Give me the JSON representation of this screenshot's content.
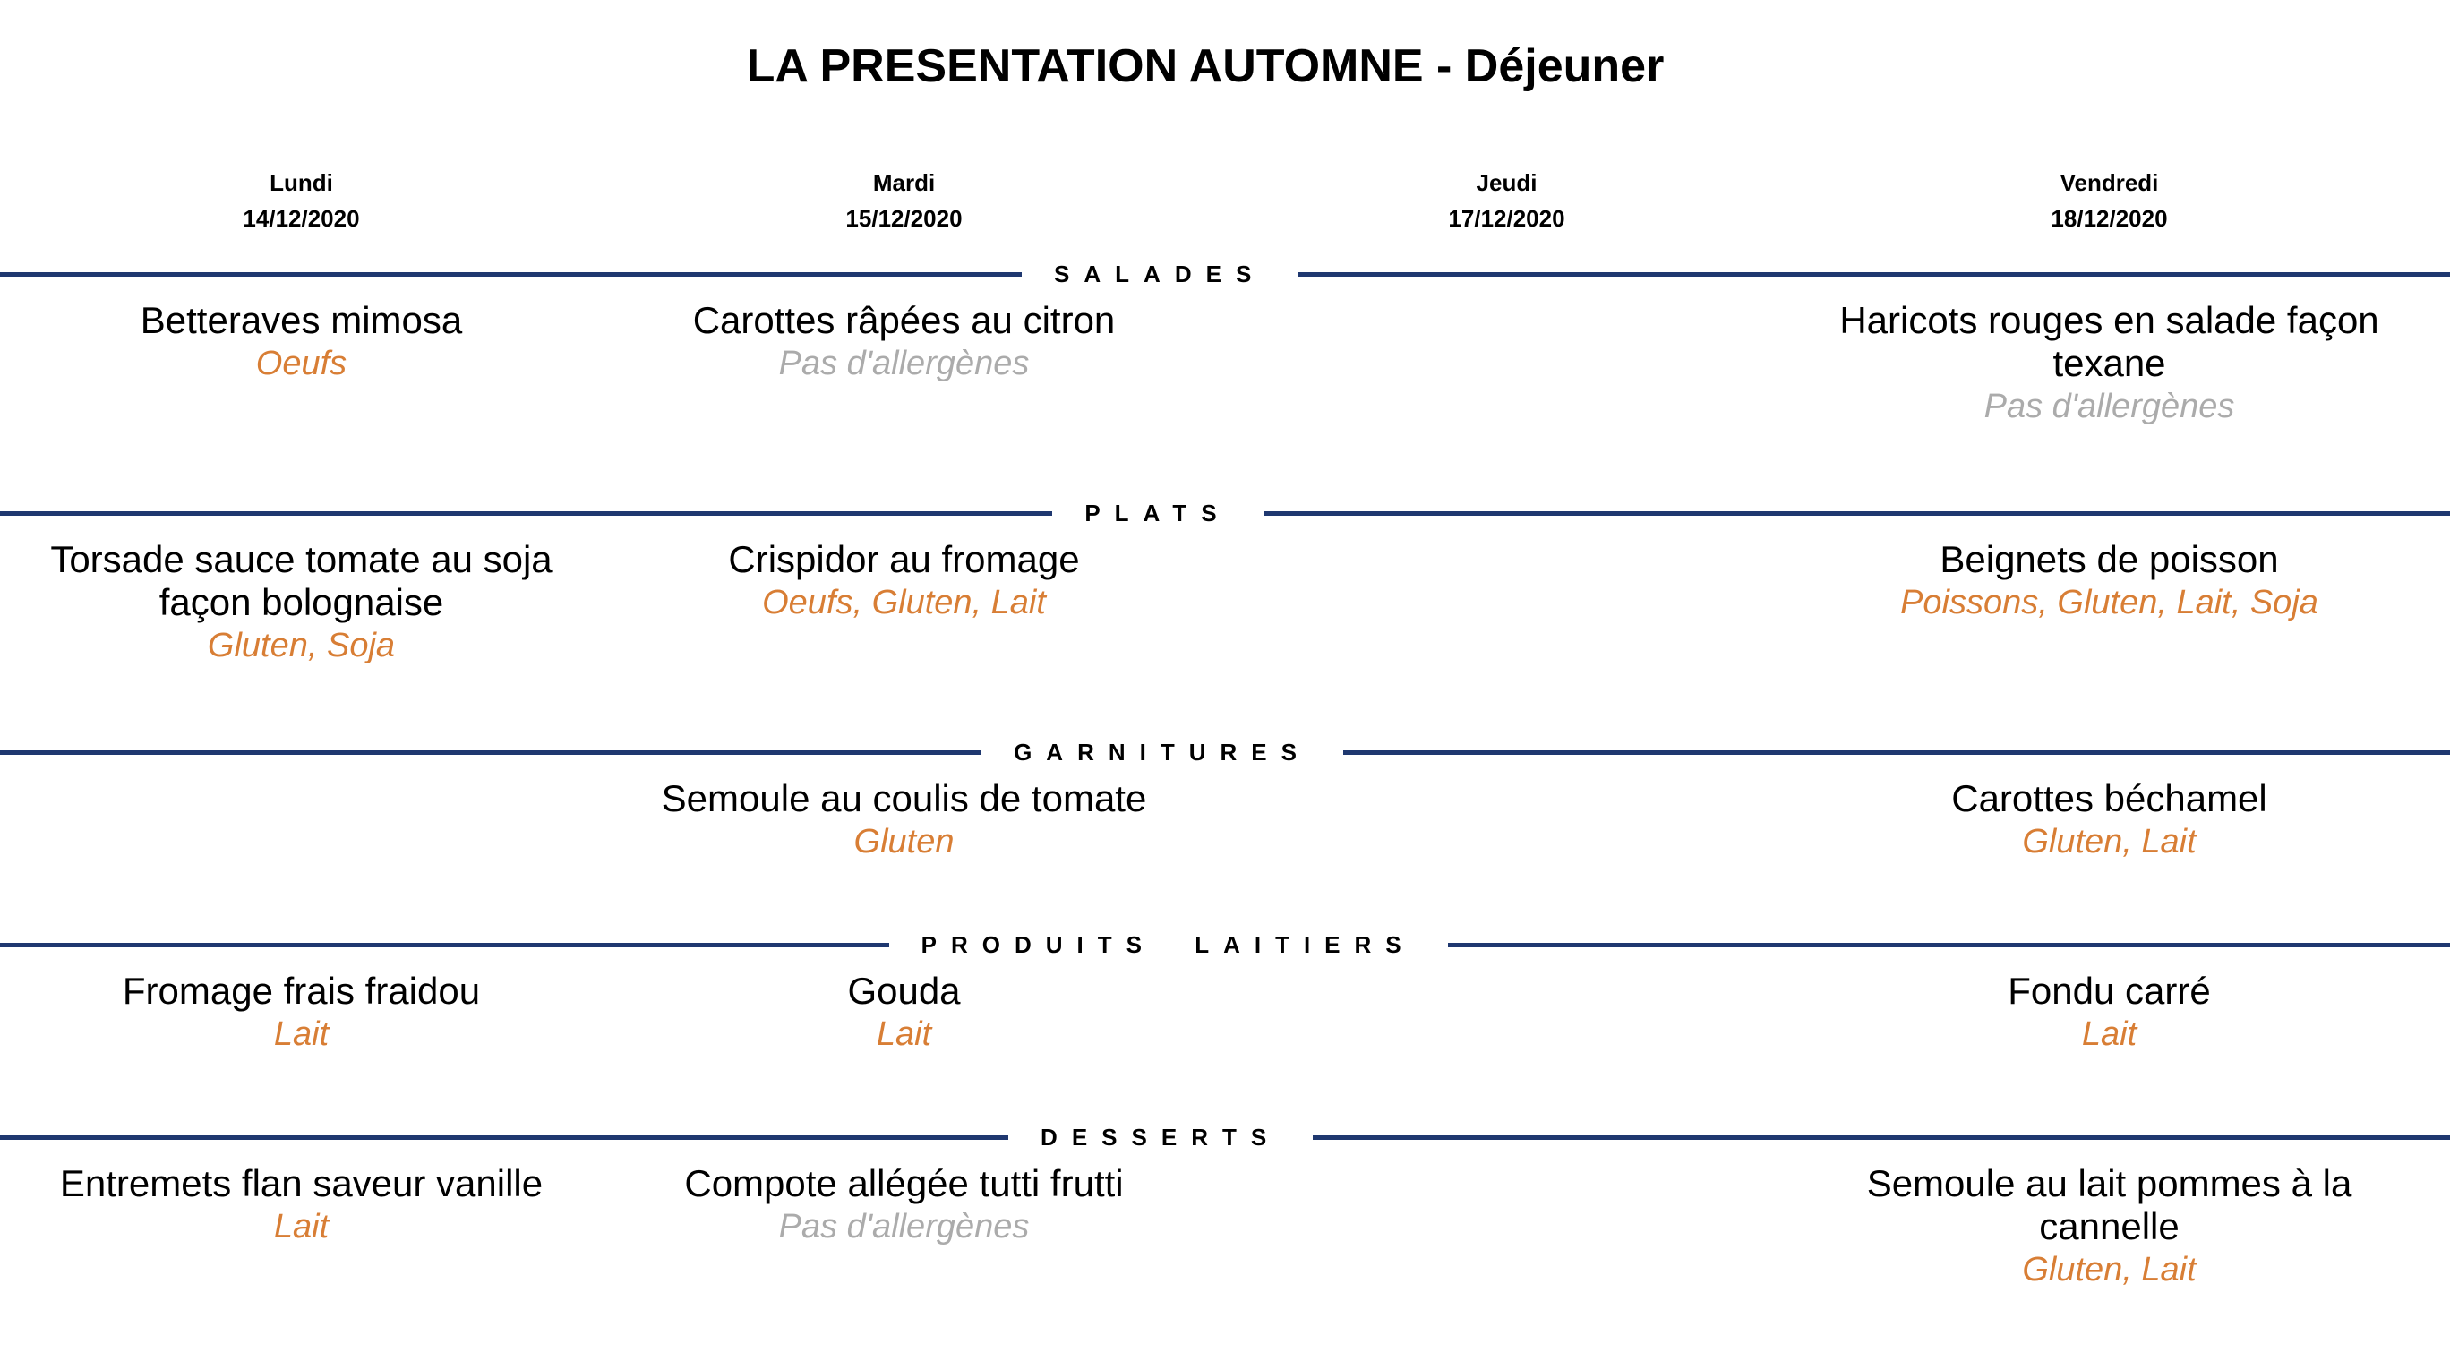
{
  "title": "LA PRESENTATION AUTOMNE - Déjeuner",
  "days": [
    {
      "name": "Lundi",
      "date": "14/12/2020"
    },
    {
      "name": "Mardi",
      "date": "15/12/2020"
    },
    {
      "name": "Jeudi",
      "date": "17/12/2020"
    },
    {
      "name": "Vendredi",
      "date": "18/12/2020"
    }
  ],
  "colors": {
    "divider_navy": "#1f3870",
    "allergen_orange": "#d87e35",
    "no_allergen_gray": "#ababab",
    "text_black": "#000000"
  },
  "sections": [
    {
      "label": "SALADES",
      "items": [
        {
          "dish": "Betteraves mimosa",
          "allergens": "Oeufs"
        },
        {
          "dish": "Carottes râpées au citron",
          "allergens": "Pas d'allergènes"
        },
        {
          "dish": "",
          "allergens": ""
        },
        {
          "dish": "Haricots rouges en salade façon texane",
          "allergens": "Pas d'allergènes"
        }
      ]
    },
    {
      "label": "PLATS",
      "items": [
        {
          "dish": "Torsade sauce tomate au soja façon bolognaise",
          "allergens": "Gluten, Soja"
        },
        {
          "dish": "Crispidor au fromage",
          "allergens": "Oeufs, Gluten, Lait"
        },
        {
          "dish": "",
          "allergens": ""
        },
        {
          "dish": "Beignets de poisson",
          "allergens": "Poissons, Gluten, Lait, Soja"
        }
      ]
    },
    {
      "label": "GARNITURES",
      "items": [
        {
          "dish": "",
          "allergens": ""
        },
        {
          "dish": "Semoule au coulis de tomate",
          "allergens": "Gluten"
        },
        {
          "dish": "",
          "allergens": ""
        },
        {
          "dish": "Carottes béchamel",
          "allergens": "Gluten, Lait"
        }
      ]
    },
    {
      "label": "PRODUITS LAITIERS",
      "items": [
        {
          "dish": "Fromage frais fraidou",
          "allergens": "Lait"
        },
        {
          "dish": "Gouda",
          "allergens": "Lait"
        },
        {
          "dish": "",
          "allergens": ""
        },
        {
          "dish": "Fondu carré",
          "allergens": "Lait"
        }
      ]
    },
    {
      "label": "DESSERTS",
      "items": [
        {
          "dish": "Entremets flan saveur vanille",
          "allergens": "Lait"
        },
        {
          "dish": "Compote allégée tutti frutti",
          "allergens": "Pas d'allergènes"
        },
        {
          "dish": "",
          "allergens": ""
        },
        {
          "dish": "Semoule au lait pommes à la cannelle",
          "allergens": "Gluten, Lait"
        }
      ]
    }
  ]
}
